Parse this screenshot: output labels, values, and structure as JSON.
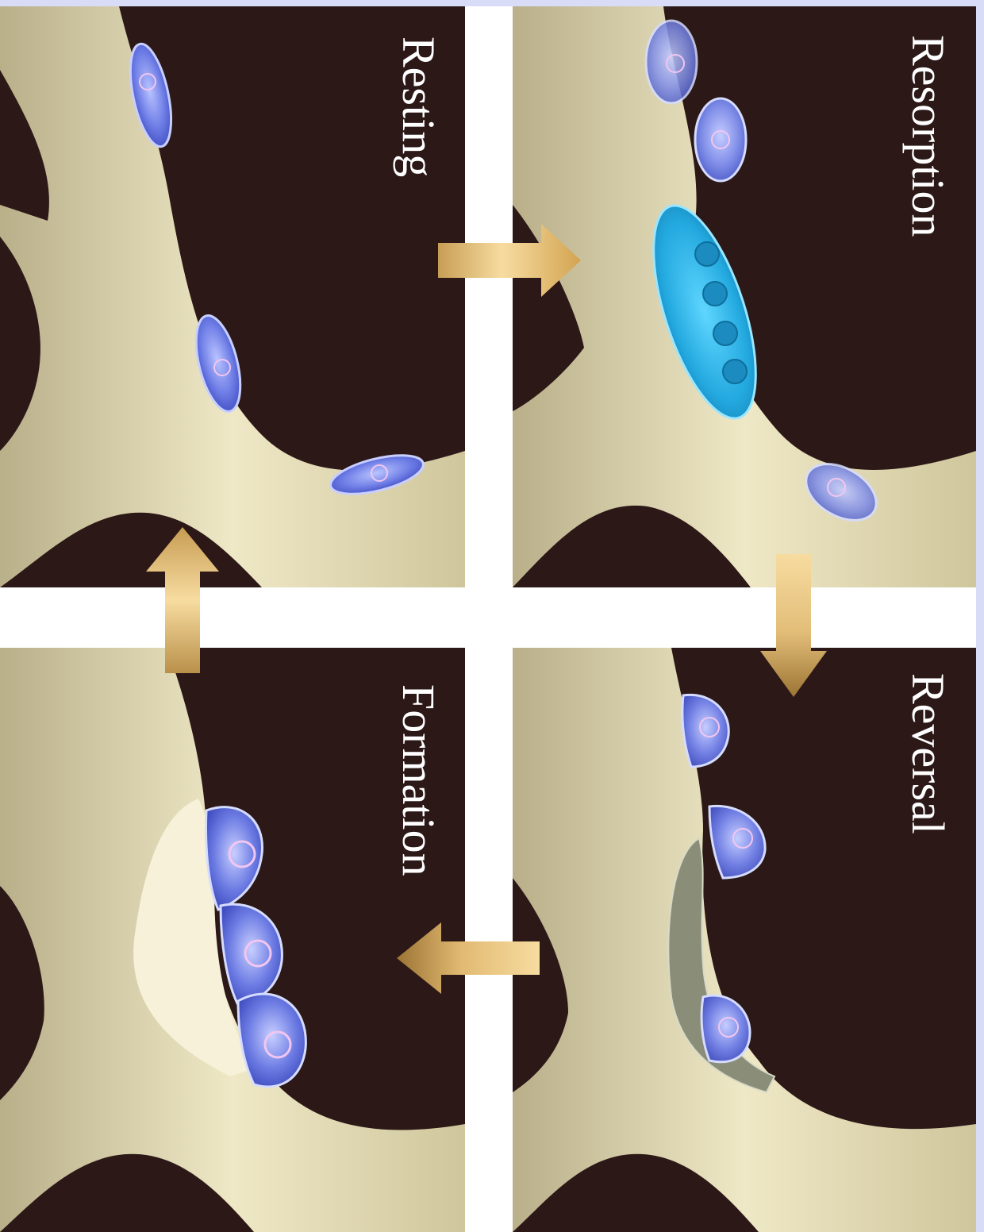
{
  "labels": {
    "resting": "Resting",
    "resorption": "Resorption",
    "reversal": "Reversal",
    "formation": "Formation"
  },
  "colors": {
    "background": "#2b1817",
    "bone": "#e8e0b4",
    "cell": "#5b6ad8",
    "osteoclast": "#2bb6e6",
    "arrow": "#f3cf88",
    "arrow_dark": "#a27a3a"
  }
}
